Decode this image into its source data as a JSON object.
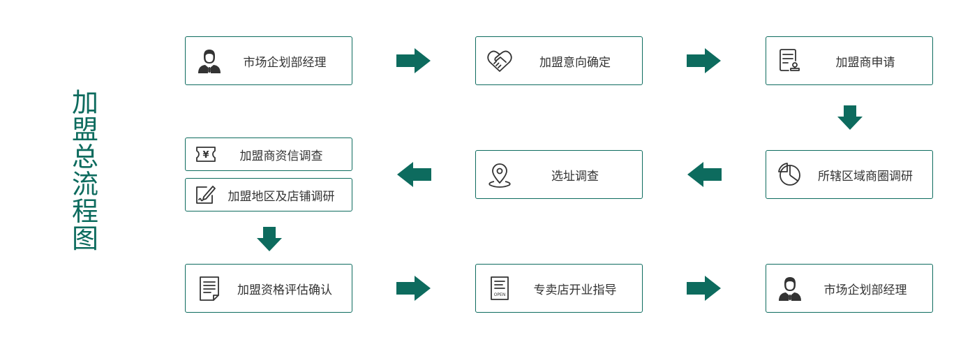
{
  "title": [
    "加",
    "盟",
    "总",
    "流",
    "程",
    "图"
  ],
  "steps": {
    "s1": "市场企划部经理",
    "s2": "加盟意向确定",
    "s3": "加盟商申请",
    "s4": "所辖区域商圈调研",
    "s5": "选址调查",
    "s6a": "加盟商资信调查",
    "s6b": "加盟地区及店铺调研",
    "s7": "加盟资格评估确认",
    "s8": "专卖店开业指导",
    "s9": "市场企划部经理"
  },
  "icons": {
    "open_sign": "OPEN",
    "yen": "¥"
  },
  "colors": {
    "accent": "#0d6b5e",
    "icon": "#333333",
    "text": "#333333"
  }
}
